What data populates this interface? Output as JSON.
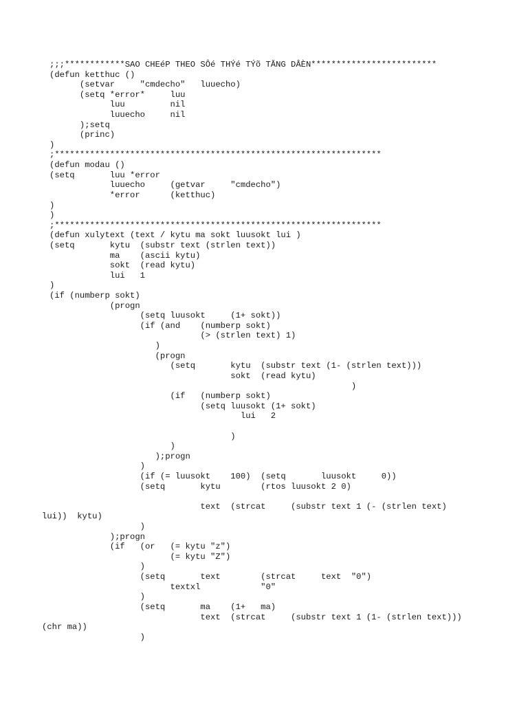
{
  "document": {
    "lines": [
      ";;;************SAO CHEéP THEO SÔé THÝé TÝõ TĂNG DÂÈN*************************",
      "(defun ketthuc ()",
      "      (setvar     \"cmdecho\"   luuecho)",
      "      (setq *error*     luu",
      "            luu         nil",
      "            luuecho     nil",
      "      );setq",
      "      (princ)",
      ")",
      ";*****************************************************************",
      "(defun modau ()",
      "(setq       luu *error",
      "            luuecho     (getvar     \"cmdecho\")",
      "            *error      (ketthuc)",
      ")",
      ")",
      ";*****************************************************************",
      "(defun xulytext (text / kytu ma sokt luusokt lui )",
      "(setq       kytu  (substr text (strlen text))",
      "            ma    (ascii kytu)",
      "            sokt  (read kytu)",
      "            lui   1",
      ")",
      "(if (numberp sokt)",
      "            (progn",
      "                  (setq luusokt     (1+ sokt))",
      "                  (if (and    (numberp sokt)",
      "                              (> (strlen text) 1)",
      "                     )",
      "                     (progn",
      "                        (setq       kytu  (substr text (1- (strlen text)))",
      "                                    sokt  (read kytu)",
      "                                                            )",
      "                        (if   (numberp sokt)",
      "                              (setq luusokt (1+ sokt)",
      "                                      lui   2",
      "",
      "                                    )",
      "                        )",
      "                     );progn",
      "                  )",
      "                  (if (= luusokt    100)  (setq       luusokt     0))",
      "                  (setq       kytu        (rtos luusokt 2 0)",
      "",
      "                              text  (strcat     (substr text 1 (- (strlen text)",
      "lui))  kytu)",
      "                  )",
      "            );progn",
      "            (if   (or   (= kytu \"z\")",
      "                        (= kytu \"Z\")",
      "                  )",
      "                  (setq       text        (strcat     text  \"0\")",
      "                        textxl            \"0\"",
      "                  )",
      "                  (setq       ma    (1+   ma)",
      "                              text  (strcat     (substr text 1 (1- (strlen text)))",
      "(chr ma))",
      "                  )"
    ]
  }
}
